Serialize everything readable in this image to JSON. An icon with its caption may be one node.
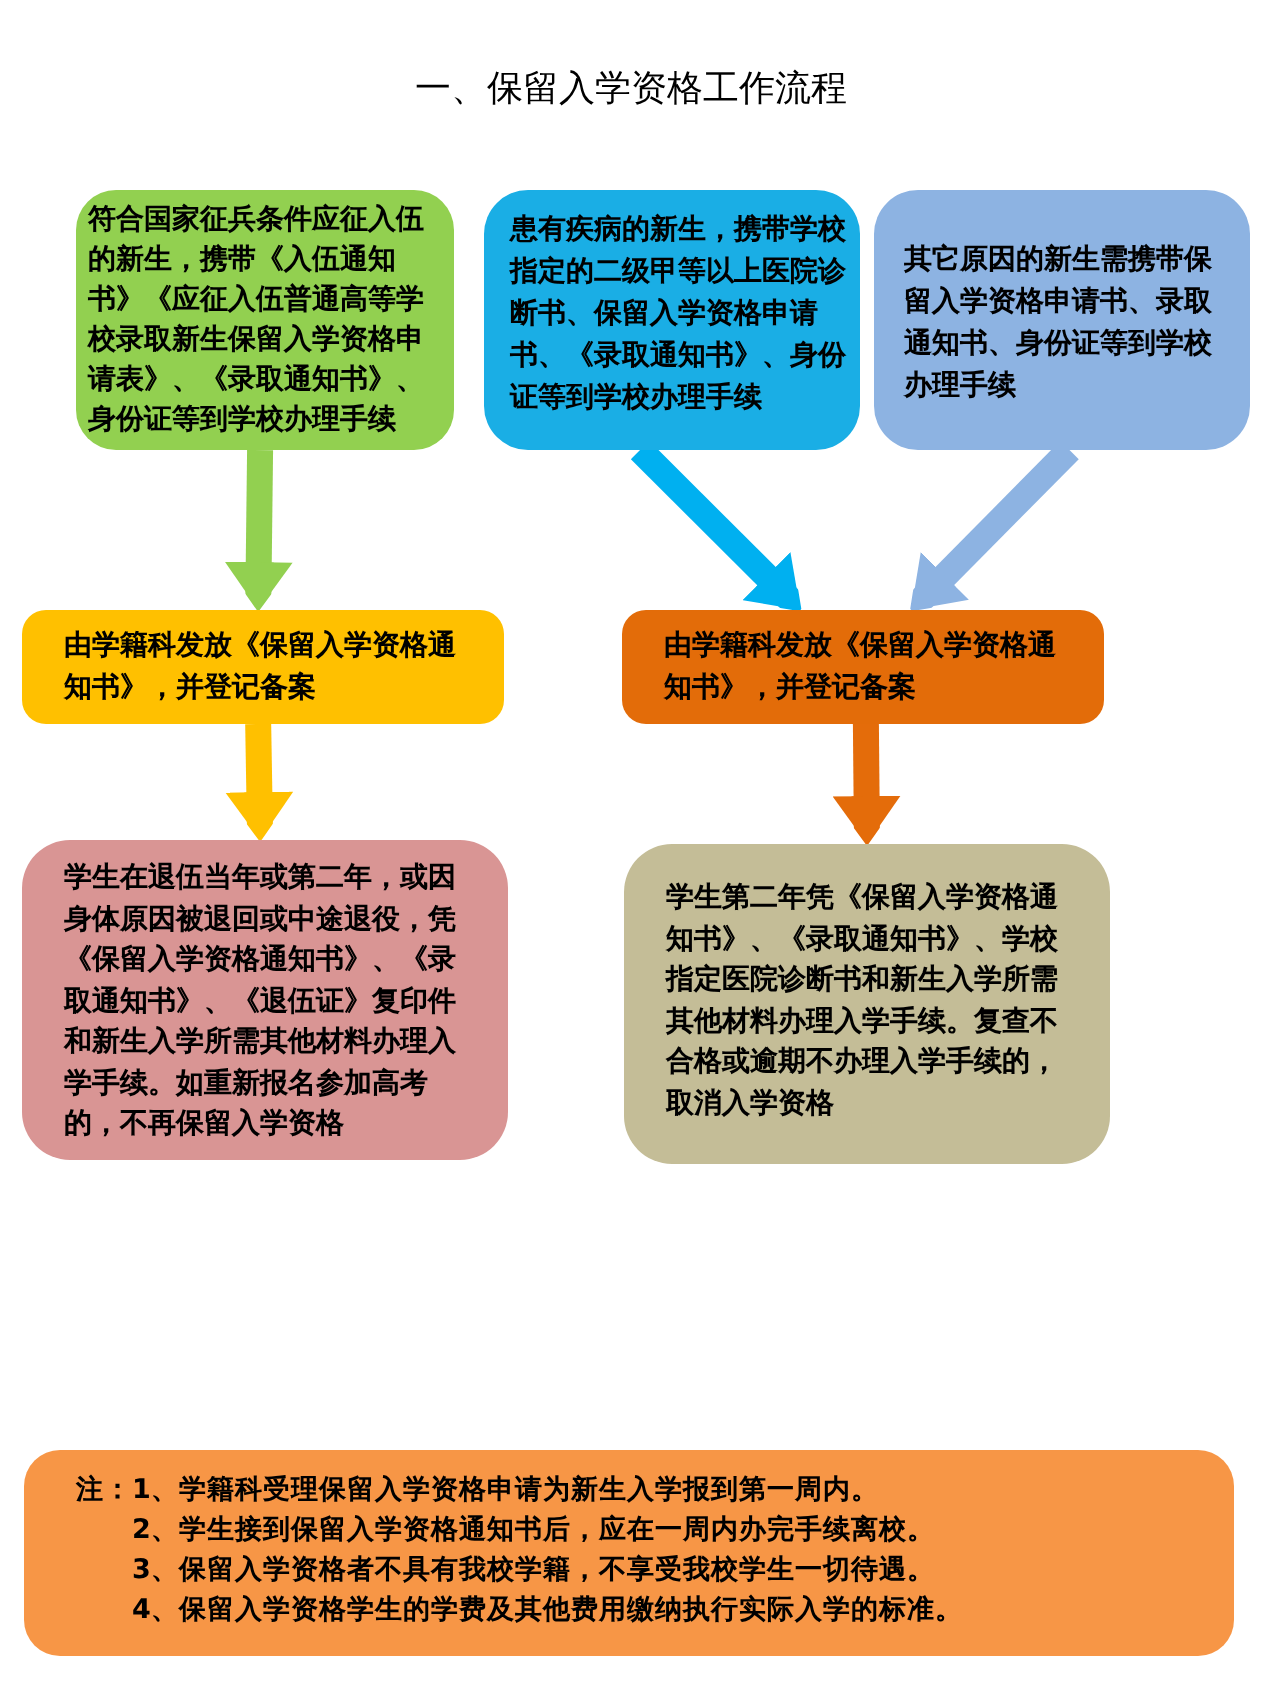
{
  "diagram": {
    "title": "一、保留入学资格工作流程",
    "nodes": [
      {
        "text": [
          "符合国家征兵条件应征入伍的新生，携带《入伍通知书》《应征入伍普通高等学校录取新生保留入学资格申请表》、《录取通知书》、身份证等到学校办理手续"
        ]
      },
      {
        "text": [
          "患有疾病的新生，携带学校指定的二级甲等以上医院诊断书、保留入学资格申请书、《录取通知书》、身份证等到学校办理手续"
        ]
      },
      {
        "text": [
          "其它原因的新生需携带保留入学资格申请书、录取通知书、身份证等到学校办理手续"
        ]
      },
      {
        "text": [
          "由学籍科发放《保留入学资格通知书》，并登记备案"
        ]
      },
      {
        "text": [
          "由学籍科发放《保留入学资格通知书》，并登记备案"
        ]
      },
      {
        "text": [
          "学生在退伍当年或第二年，或因身体原因被退回或中途退役，凭《保留入学资格通知书》、《录取通知书》、《退伍证》复印件和新生入学所需其他材料办理入学手续。如重新报名参加高考的，不再保留入学资格"
        ]
      },
      {
        "text": [
          "学生第二年凭《保留入学资格通知书》、《录取通知书》、学校指定医院诊断书和新生入学所需其他材料办理入学手续。复查不合格或逾期不办理入学手续的，取消入学资格"
        ]
      },
      {
        "text": [
          "注：1、学籍科受理保留入学资格申请为新生入学报到第一周内。",
          "2、学生接到保留入学资格通知书后，应在一周内办完手续离校。",
          "3、保留入学资格者不具有我校学籍，不享受我校学生一切待遇。",
          "4、保留入学资格学生的学费及其他费用缴纳执行实际入学的标准。"
        ]
      }
    ],
    "edges": [
      {
        "from": 0,
        "to": 3,
        "arrow": "to",
        "color": "#92d050"
      },
      {
        "from": 1,
        "to": 4,
        "arrow": "to",
        "color": "#00b0f0"
      },
      {
        "from": 2,
        "to": 4,
        "arrow": "to",
        "color": "#8db3e2"
      },
      {
        "from": 3,
        "to": 5,
        "arrow": "to",
        "color": "#ffc000"
      },
      {
        "from": 4,
        "to": 6,
        "arrow": "to",
        "color": "#e46c0a"
      }
    ]
  }
}
